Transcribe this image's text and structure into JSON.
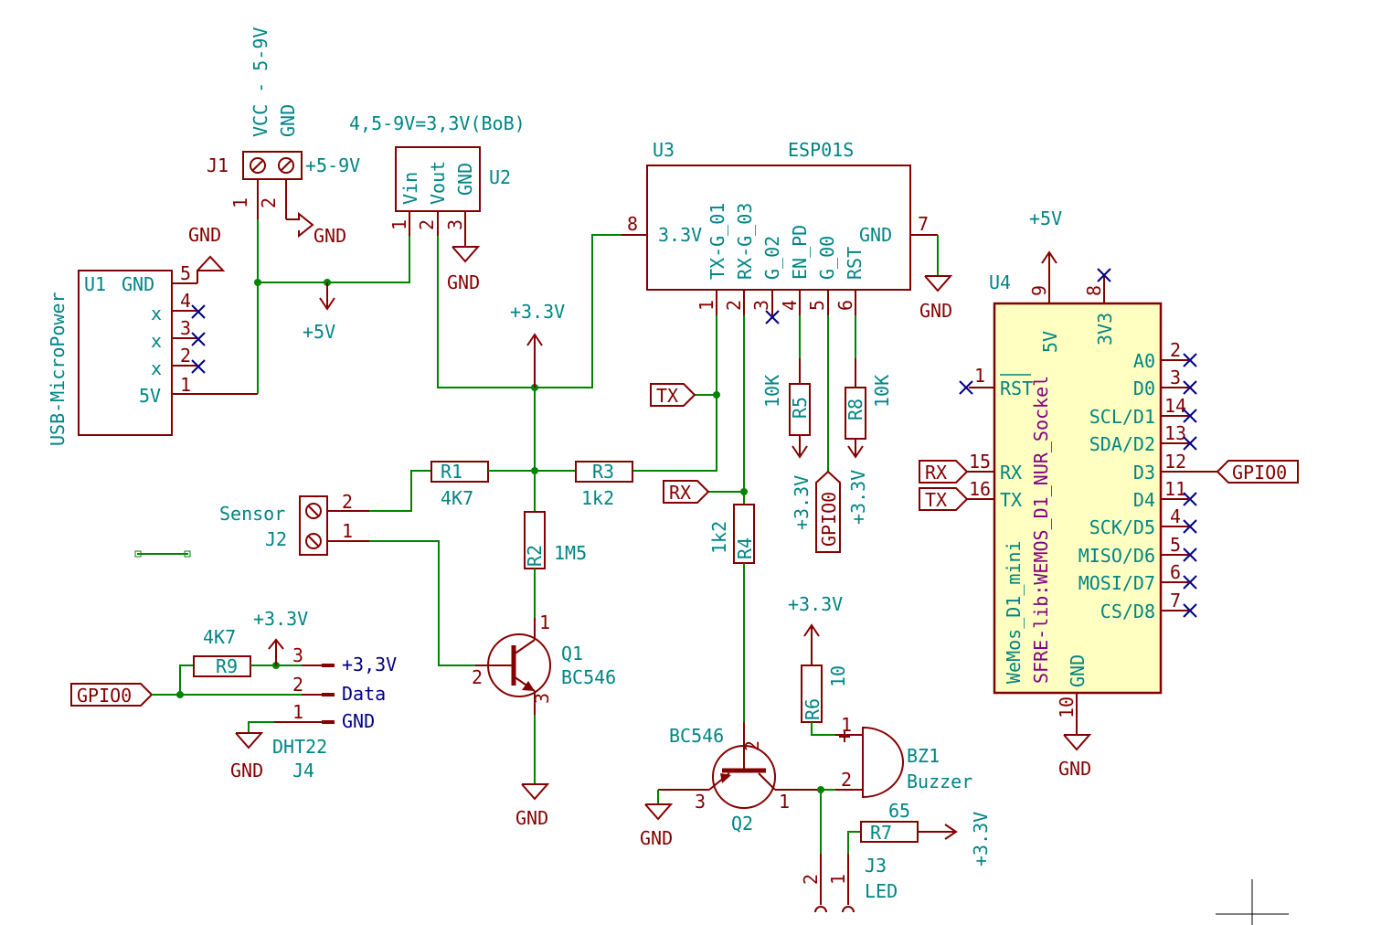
{
  "J1": {
    "ref": "J1",
    "pin_names": [
      "VCC - 5-9V",
      "GND"
    ],
    "pins": [
      "1",
      "2"
    ],
    "net": "+5-9V"
  },
  "U1": {
    "ref": "U1",
    "value": "USB-MicroPower",
    "pin_names": [
      "GND",
      "x",
      "x",
      "x",
      "5V"
    ],
    "pins": [
      "5",
      "4",
      "3",
      "2",
      "1"
    ]
  },
  "U2": {
    "ref": "U2",
    "note": "4,5-9V=3,3V(BoB)",
    "pin_names": [
      "Vin",
      "Vout",
      "GND"
    ],
    "pins": [
      "1",
      "2",
      "3"
    ]
  },
  "U3": {
    "ref": "U3",
    "value": "ESP01S",
    "pin_names": [
      "3.3V",
      "TX-G_01",
      "RX-G_03",
      "G_02",
      "EN_PD",
      "G_00",
      "RST",
      "GND"
    ],
    "pins": [
      "8",
      "1",
      "2",
      "3",
      "4",
      "5",
      "6",
      "7"
    ]
  },
  "U4": {
    "ref": "U4",
    "value": "WeMos_D1_mini",
    "footprint": "SFRE-lib:WEMOS_D1_NUR_Sockel",
    "top_pins": [
      {
        "name": "5V",
        "num": "9"
      },
      {
        "name": "3V3",
        "num": "8"
      }
    ],
    "left_pins": [
      {
        "name": "RST",
        "num": "1"
      },
      {
        "name": "RX",
        "num": "15"
      },
      {
        "name": "TX",
        "num": "16"
      }
    ],
    "right_pins": [
      {
        "name": "A0",
        "num": "2"
      },
      {
        "name": "D0",
        "num": "3"
      },
      {
        "name": "SCL/D1",
        "num": "14"
      },
      {
        "name": "SDA/D2",
        "num": "13"
      },
      {
        "name": "D3",
        "num": "12"
      },
      {
        "name": "D4",
        "num": "11"
      },
      {
        "name": "SCK/D5",
        "num": "4"
      },
      {
        "name": "MISO/D6",
        "num": "5"
      },
      {
        "name": "MOSI/D7",
        "num": "6"
      },
      {
        "name": "CS/D8",
        "num": "7"
      }
    ],
    "bottom_pin": {
      "name": "GND",
      "num": "10"
    }
  },
  "resistors": [
    {
      "ref": "R1",
      "value": "4K7"
    },
    {
      "ref": "R2",
      "value": "1M5"
    },
    {
      "ref": "R3",
      "value": "1k2"
    },
    {
      "ref": "R4",
      "value": "1k2"
    },
    {
      "ref": "R5",
      "value": "10K"
    },
    {
      "ref": "R6",
      "value": "10"
    },
    {
      "ref": "R7",
      "value": "65"
    },
    {
      "ref": "R8",
      "value": "10K"
    },
    {
      "ref": "R9",
      "value": "4K7"
    }
  ],
  "Q1": {
    "ref": "Q1",
    "value": "BC546",
    "pins": [
      "1",
      "2",
      "3"
    ]
  },
  "Q2": {
    "ref": "Q2",
    "value": "BC546",
    "pins": [
      "2",
      "3",
      "1"
    ]
  },
  "BZ1": {
    "ref": "BZ1",
    "value": "Buzzer",
    "pins": [
      "1",
      "2"
    ]
  },
  "J2": {
    "ref": "J2",
    "value": "Sensor",
    "pins": [
      "2",
      "1"
    ]
  },
  "J3": {
    "ref": "J3",
    "value": "LED",
    "pins": [
      "2",
      "1"
    ]
  },
  "J4": {
    "ref": "J4",
    "value": "DHT22",
    "pins": [
      {
        "num": "3",
        "name": "+3,3V"
      },
      {
        "num": "2",
        "name": "Data"
      },
      {
        "num": "1",
        "name": "GND"
      }
    ]
  },
  "nets": {
    "gnd": "GND",
    "v5": "+5V",
    "v33": "+3.3V",
    "tx": "TX",
    "rx": "RX",
    "gpio0": "GPIO0"
  }
}
